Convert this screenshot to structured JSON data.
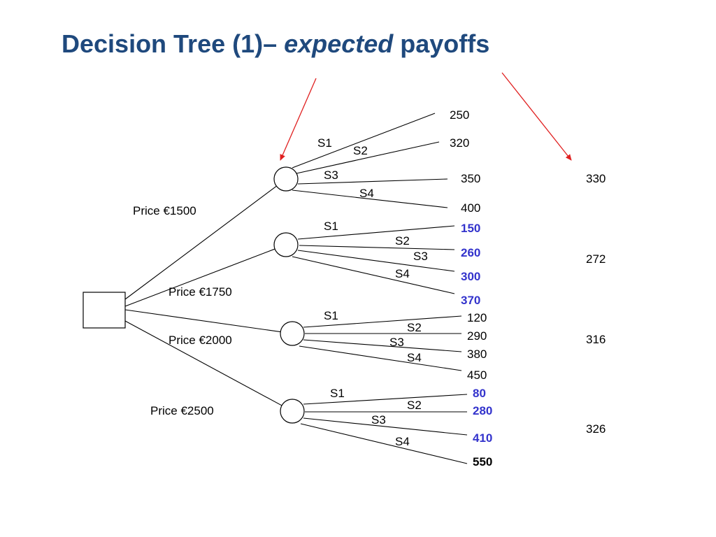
{
  "title": {
    "prefix": "Decision Tree (1)– ",
    "emphasis": "expected",
    "suffix": " payoffs"
  },
  "colors": {
    "title": "#1f497d",
    "highlight": "#3333cc",
    "arrow": "#e02020",
    "line": "#000000"
  },
  "decision_node": {
    "shape": "square"
  },
  "branches": [
    {
      "label": "Price €1500",
      "expected": "330",
      "outcomes": [
        {
          "state": "S1",
          "payoff": "250",
          "style": "plain"
        },
        {
          "state": "S2",
          "payoff": "320",
          "style": "plain"
        },
        {
          "state": "S3",
          "payoff": "350",
          "style": "plain"
        },
        {
          "state": "S4",
          "payoff": "400",
          "style": "plain"
        }
      ]
    },
    {
      "label": "Price €1750",
      "expected": "272",
      "outcomes": [
        {
          "state": "S1",
          "payoff": "150",
          "style": "highlight"
        },
        {
          "state": "S2",
          "payoff": "260",
          "style": "highlight"
        },
        {
          "state": "S3",
          "payoff": "300",
          "style": "highlight"
        },
        {
          "state": "S4",
          "payoff": "370",
          "style": "highlight"
        }
      ]
    },
    {
      "label": "Price €2000",
      "expected": "316",
      "outcomes": [
        {
          "state": "S1",
          "payoff": "120",
          "style": "plain"
        },
        {
          "state": "S2",
          "payoff": "290",
          "style": "plain"
        },
        {
          "state": "S3",
          "payoff": "380",
          "style": "plain"
        },
        {
          "state": "S4",
          "payoff": "450",
          "style": "plain"
        }
      ]
    },
    {
      "label": "Price €2500",
      "expected": "326",
      "outcomes": [
        {
          "state": "S1",
          "payoff": "80",
          "style": "highlight"
        },
        {
          "state": "S2",
          "payoff": "280",
          "style": "highlight"
        },
        {
          "state": "S3",
          "payoff": "410",
          "style": "highlight"
        },
        {
          "state": "S4",
          "payoff": "550",
          "style": "bold"
        }
      ]
    }
  ]
}
